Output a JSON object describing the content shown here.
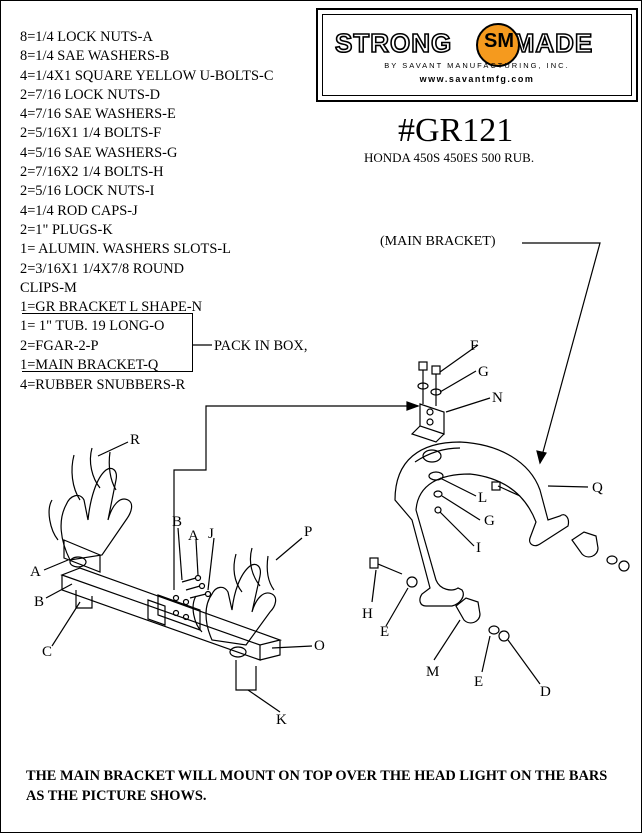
{
  "parts_list": [
    "8=1/4 LOCK NUTS-A",
    "8=1/4 SAE WASHERS-B",
    "4=1/4X1 SQUARE YELLOW U-BOLTS-C",
    "2=7/16 LOCK NUTS-D",
    "4=7/16 SAE WASHERS-E",
    "2=5/16X1 1/4 BOLTS-F",
    "4=5/16 SAE WASHERS-G",
    "2=7/16X2 1/4 BOLTS-H",
    "2=5/16 LOCK NUTS-I",
    "4=1/4 ROD CAPS-J",
    "2=1\" PLUGS-K",
    "1= ALUMIN. WASHERS SLOTS-L",
    "2=3/16X1 1/4X7/8 ROUND",
    "CLIPS-M",
    "1=GR BRACKET L SHAPE-N",
    "1= 1\" TUB. 19 LONG-O",
    "2=FGAR-2-P",
    "1=MAIN BRACKET-Q"
  ],
  "parts_list_last": "4=RUBBER SNUBBERS-R",
  "pack_in_box_label": "PACK IN BOX,",
  "logo": {
    "brand_left": "STRONG",
    "brand_mid": "SM",
    "brand_right": "MADE",
    "tagline": "BY SAVANT MANUFACTURING, INC.",
    "url": "www.savantmfg.com",
    "accent_color": "#f59a1e"
  },
  "model_number": "#GR121",
  "fitment": "HONDA 450S 450ES 500 RUB.",
  "main_bracket_label": "(MAIN BRACKET)",
  "callouts": {
    "A": "A",
    "B": "B",
    "C": "C",
    "D": "D",
    "E": "E",
    "F": "F",
    "G": "G",
    "H": "H",
    "I": "I",
    "J": "J",
    "K": "K",
    "L": "L",
    "M": "M",
    "N": "N",
    "O": "O",
    "P": "P",
    "Q": "Q",
    "R": "R"
  },
  "footer_note": "THE MAIN BRACKET WILL MOUNT ON TOP OVER THE HEAD LIGHT ON THE BARS AS THE PICTURE SHOWS."
}
